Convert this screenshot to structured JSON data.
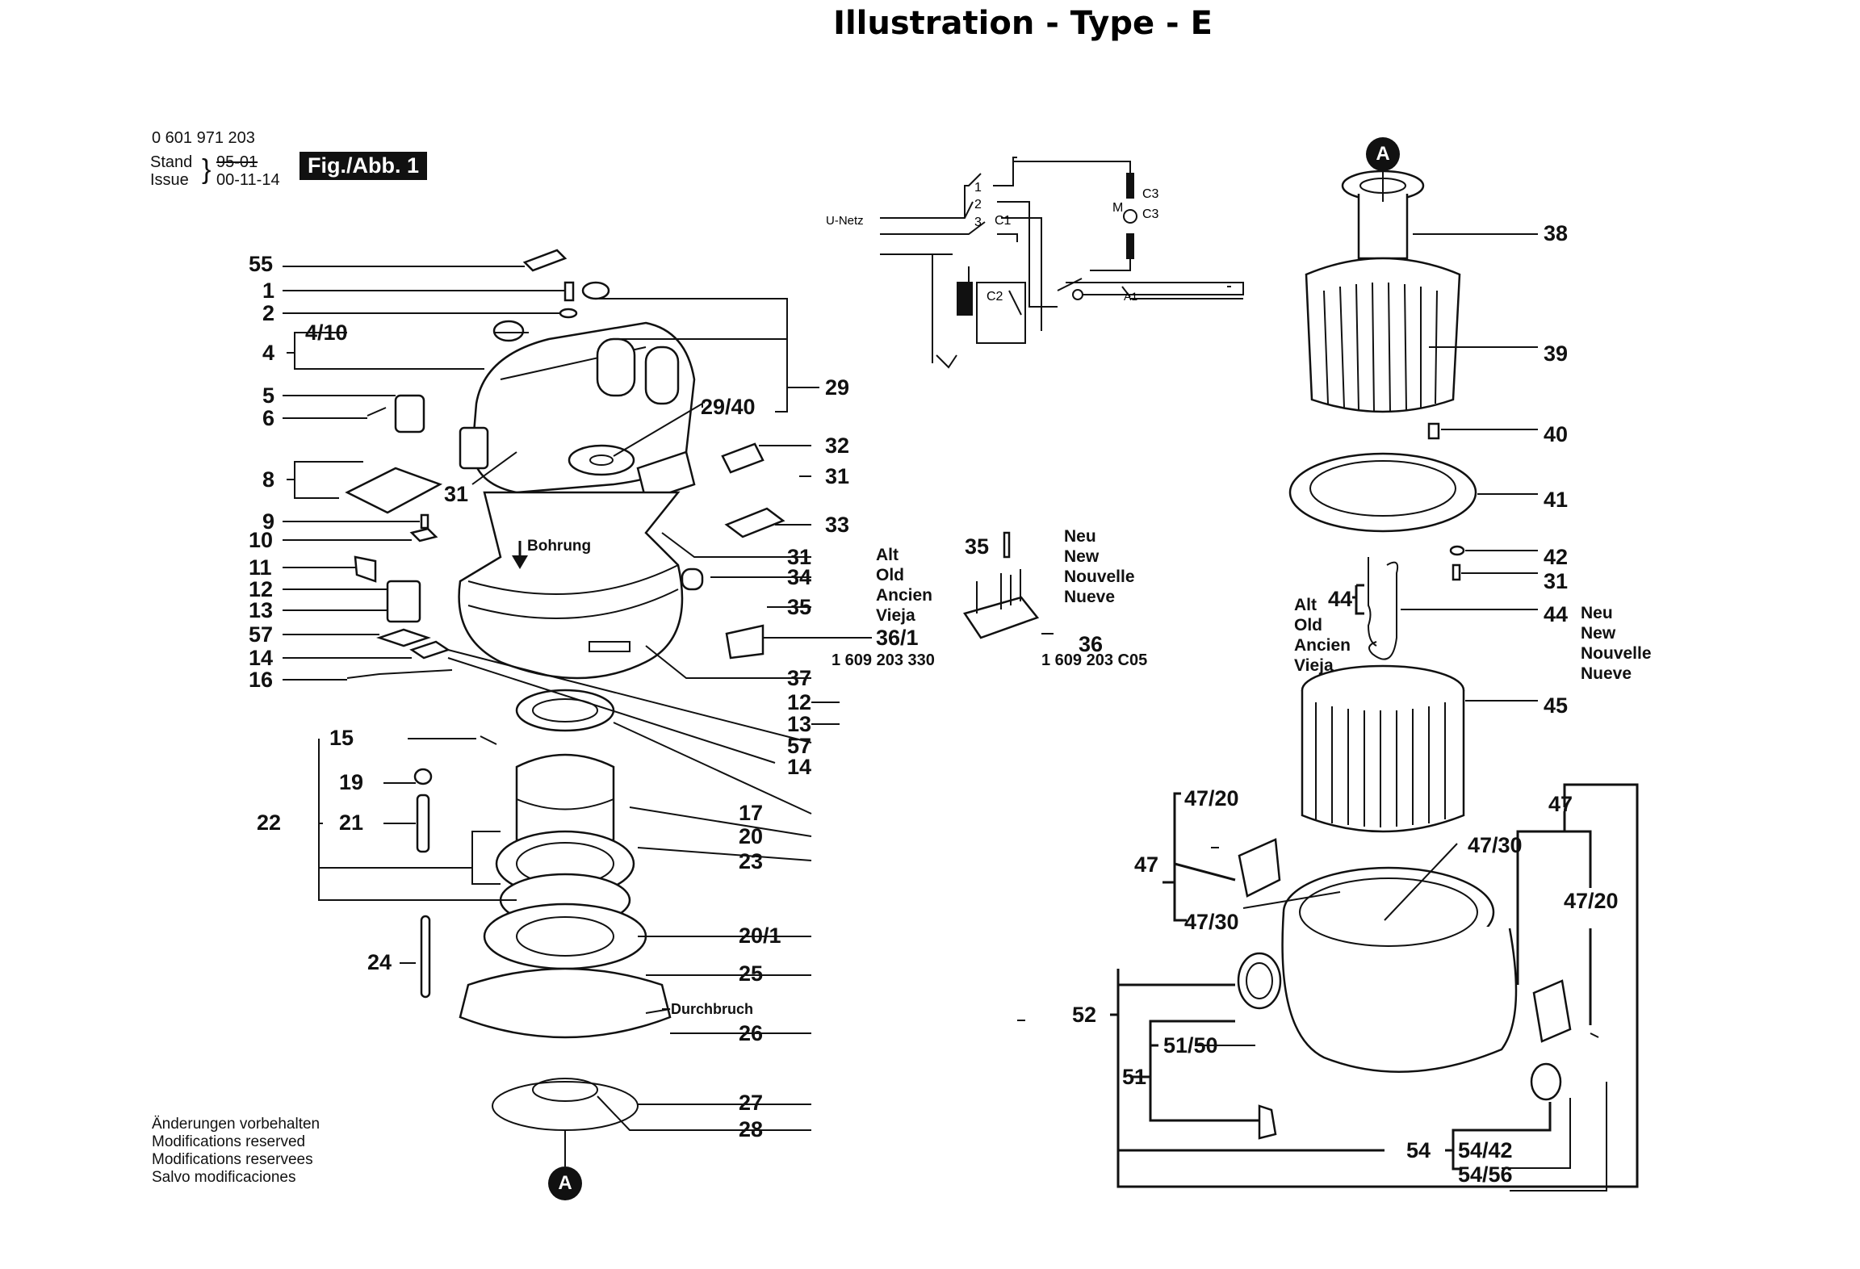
{
  "title": "Illustration - Type - E",
  "header": {
    "part_number": "0 601 971 203",
    "stand_label": "Stand",
    "issue_label": "Issue",
    "stand_old_value": "95-01",
    "issue_value": "00-11-14",
    "figure_label": "Fig./Abb. 1"
  },
  "notes": {
    "bohrung": "Bohrung",
    "durchbruch": "Durchbruch",
    "schematic_u_netz": "U-Netz",
    "schematic_c1": "C1",
    "schematic_c2": "C2",
    "schematic_c3a": "C3",
    "schematic_c3b": "C3",
    "schematic_m": "M",
    "schematic_a1": "A1",
    "schematic_1": "1",
    "schematic_2": "2",
    "schematic_3": "3",
    "old_variant": [
      "Alt",
      "Old",
      "Ancien",
      "Vieja"
    ],
    "new_variant": [
      "Neu",
      "New",
      "Nouvelle",
      "Nueve"
    ],
    "part_36_1_number": "1 609 203 330",
    "part_36_number": "1 609 203 C05",
    "disclaimer": [
      "Änderungen vorbehalten",
      "Modifications reserved",
      "Modifications reservees",
      "Salvo modificaciones"
    ],
    "connector_mark": "A"
  },
  "callouts": {
    "c55": "55",
    "c1": "1",
    "c2": "2",
    "c4": "4",
    "c4_10": "4/10",
    "c5": "5",
    "c6": "6",
    "c8": "8",
    "c9": "9",
    "c10": "10",
    "c11": "11",
    "c12a": "12",
    "c13a": "13",
    "c57a": "57",
    "c14a": "14",
    "c16": "16",
    "c31a": "31",
    "c29": "29",
    "c29_40": "29/40",
    "c32": "32",
    "c31b": "31",
    "c33": "33",
    "c31c": "31",
    "c34": "34",
    "c35a": "35",
    "c36_1": "36/1",
    "c37": "37",
    "c12b": "12",
    "c13b": "13",
    "c57b": "57",
    "c14b": "14",
    "c17": "17",
    "c20": "20",
    "c23": "23",
    "c15": "15",
    "c19": "19",
    "c21": "21",
    "c22": "22",
    "c24": "24",
    "c20_1": "20/1",
    "c25": "25",
    "c26": "26",
    "c27": "27",
    "c28": "28",
    "c35b": "35",
    "c36": "36",
    "c38": "38",
    "c39": "39",
    "c40": "40",
    "c41": "41",
    "c42": "42",
    "c31d": "31",
    "c44_old": "44",
    "c44_new": "44",
    "c45": "45",
    "c47_left": "47",
    "c47_20_left": "47/20",
    "c47_30_left": "47/30",
    "c47_right": "47",
    "c47_30_right": "47/30",
    "c47_20_right": "47/20",
    "c52": "52",
    "c51": "51",
    "c51_50": "51/50",
    "c54": "54",
    "c54_42": "54/42",
    "c54_56": "54/56"
  }
}
